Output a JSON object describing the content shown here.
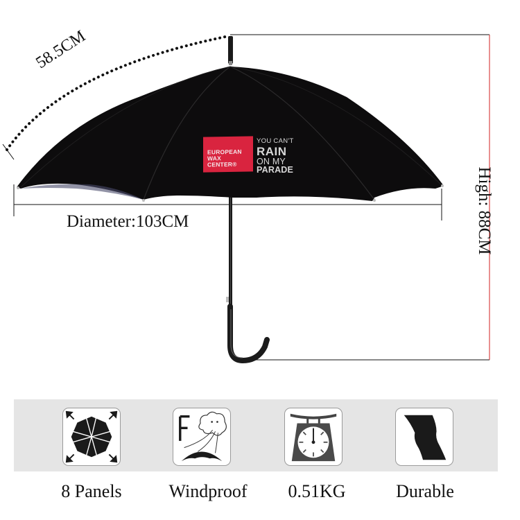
{
  "product": {
    "type": "black stick umbrella",
    "canopy_color": "#0d0c0d",
    "branding": {
      "patch_color": "#d9243f",
      "patch_lines": [
        "EUROPEAN",
        "WAX",
        "CENTER®"
      ],
      "slogan_lines": [
        "YOU CAN'T",
        "RAIN",
        "ON MY",
        "PARADE"
      ],
      "slogan_color": "#d8d8d8"
    }
  },
  "dimensions": {
    "rib_length": {
      "label": "58.5CM",
      "line_style": "dotted arc"
    },
    "diameter": {
      "label": "Diameter:103CM"
    },
    "height": {
      "label": "High: 88CM",
      "line_color": "#d22020"
    }
  },
  "features": {
    "banner_color": "#e5e5e5",
    "items": [
      {
        "icon": "eight-panels-icon",
        "label": "8 Panels"
      },
      {
        "icon": "windproof-icon",
        "label": "Windproof"
      },
      {
        "icon": "weight-scale-icon",
        "label": "0.51KG"
      },
      {
        "icon": "durable-fabric-icon",
        "label": "Durable"
      }
    ]
  }
}
